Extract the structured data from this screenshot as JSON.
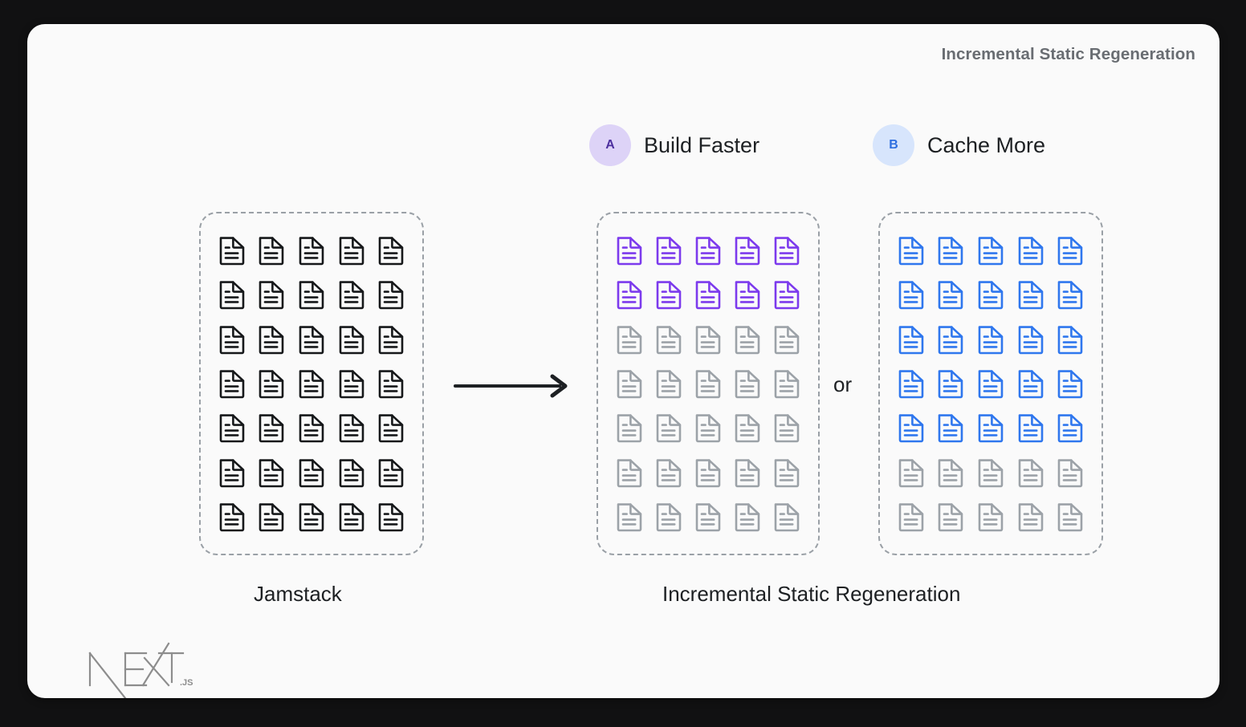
{
  "theme": {
    "page_background": "#111112",
    "card_background": "#fafafa",
    "panel_border": "#9aa0a6",
    "doc_black": "#16181a",
    "doc_purple": "#7c3aed",
    "doc_blue": "#2f77ee",
    "doc_gray": "#9ca2a8",
    "badge_a_bg": "#ddd3f7",
    "badge_a_fg": "#4c2f9e",
    "badge_b_bg": "#d7e5fc",
    "badge_b_fg": "#2f6fe0",
    "title_color": "#696d72",
    "text_color": "#1d2023"
  },
  "header": {
    "corner_title": "Incremental Static Regeneration"
  },
  "options": [
    {
      "id": "a",
      "badge": "A",
      "label": "Build Faster"
    },
    {
      "id": "b",
      "badge": "B",
      "label": "Cache More"
    }
  ],
  "connector": {
    "arrow_icon": "arrow-right-icon",
    "or_label": "or"
  },
  "panels": [
    {
      "id": "jamstack",
      "caption": "Jamstack",
      "columns": 5,
      "rows": 7,
      "total_docs": 35,
      "row_colors": [
        "doc_black",
        "doc_black",
        "doc_black",
        "doc_black",
        "doc_black",
        "doc_black",
        "doc_black"
      ]
    },
    {
      "id": "build-faster",
      "caption": "Incremental Static Regeneration",
      "columns": 5,
      "rows": 7,
      "total_docs": 35,
      "active_docs": 10,
      "row_colors": [
        "doc_purple",
        "doc_purple",
        "doc_gray",
        "doc_gray",
        "doc_gray",
        "doc_gray",
        "doc_gray"
      ]
    },
    {
      "id": "cache-more",
      "caption": "",
      "columns": 5,
      "rows": 7,
      "total_docs": 35,
      "active_docs": 25,
      "row_colors": [
        "doc_blue",
        "doc_blue",
        "doc_blue",
        "doc_blue",
        "doc_blue",
        "doc_gray",
        "doc_gray"
      ]
    }
  ],
  "captions": {
    "left": "Jamstack",
    "right": "Incremental Static Regeneration"
  },
  "logo": {
    "name": "nextjs-logo",
    "wordmark": "NEXT",
    "suffix": ".JS"
  }
}
